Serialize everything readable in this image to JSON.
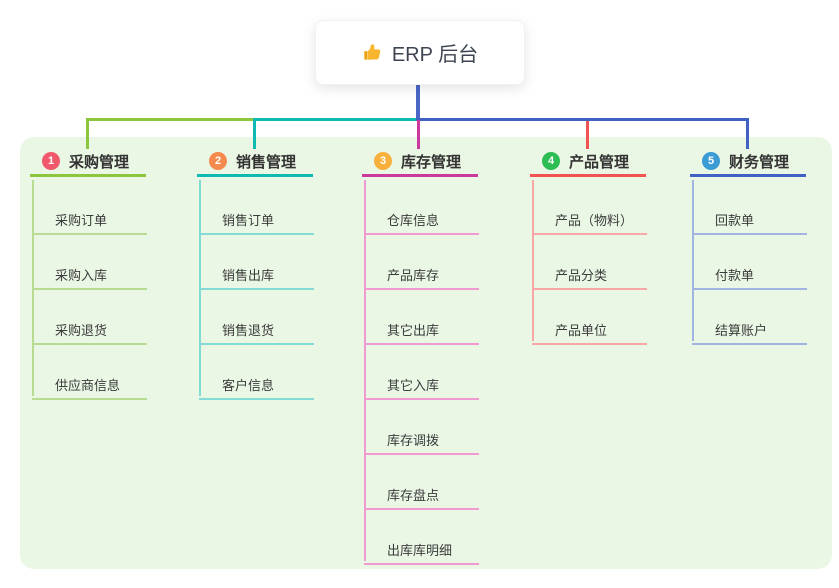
{
  "root": {
    "label": "ERP 后台",
    "icon": "thumbs-up-icon"
  },
  "colors": {
    "panel_bg": "#eaf7e5",
    "root_connector": "#4a67c7"
  },
  "branches": [
    {
      "num": "1",
      "label": "采购管理",
      "colors": {
        "badge": "#f0596b",
        "line": "#8cc63e",
        "soft": "#b9dc93"
      },
      "children": [
        "采购订单",
        "采购入库",
        "采购退货",
        "供应商信息"
      ]
    },
    {
      "num": "2",
      "label": "销售管理",
      "colors": {
        "badge": "#f6894d",
        "line": "#0fbab2",
        "soft": "#84dad4"
      },
      "children": [
        "销售订单",
        "销售出库",
        "销售退货",
        "客户信息"
      ]
    },
    {
      "num": "3",
      "label": "库存管理",
      "colors": {
        "badge": "#f8b03c",
        "line": "#ca3a9e",
        "soft": "#f09ad2"
      },
      "children": [
        "仓库信息",
        "产品库存",
        "其它出库",
        "其它入库",
        "库存调拨",
        "库存盘点",
        "出库库明细"
      ]
    },
    {
      "num": "4",
      "label": "产品管理",
      "colors": {
        "badge": "#2dbd53",
        "line": "#f15252",
        "soft": "#f8a6a6"
      },
      "children": [
        "产品（物料）",
        "产品分类",
        "产品单位"
      ]
    },
    {
      "num": "5",
      "label": "财务管理",
      "colors": {
        "badge": "#3a9bd5",
        "line": "#4161c3",
        "soft": "#a2b5e2"
      },
      "children": [
        "回款单",
        "付款单",
        "结算账户"
      ]
    }
  ]
}
